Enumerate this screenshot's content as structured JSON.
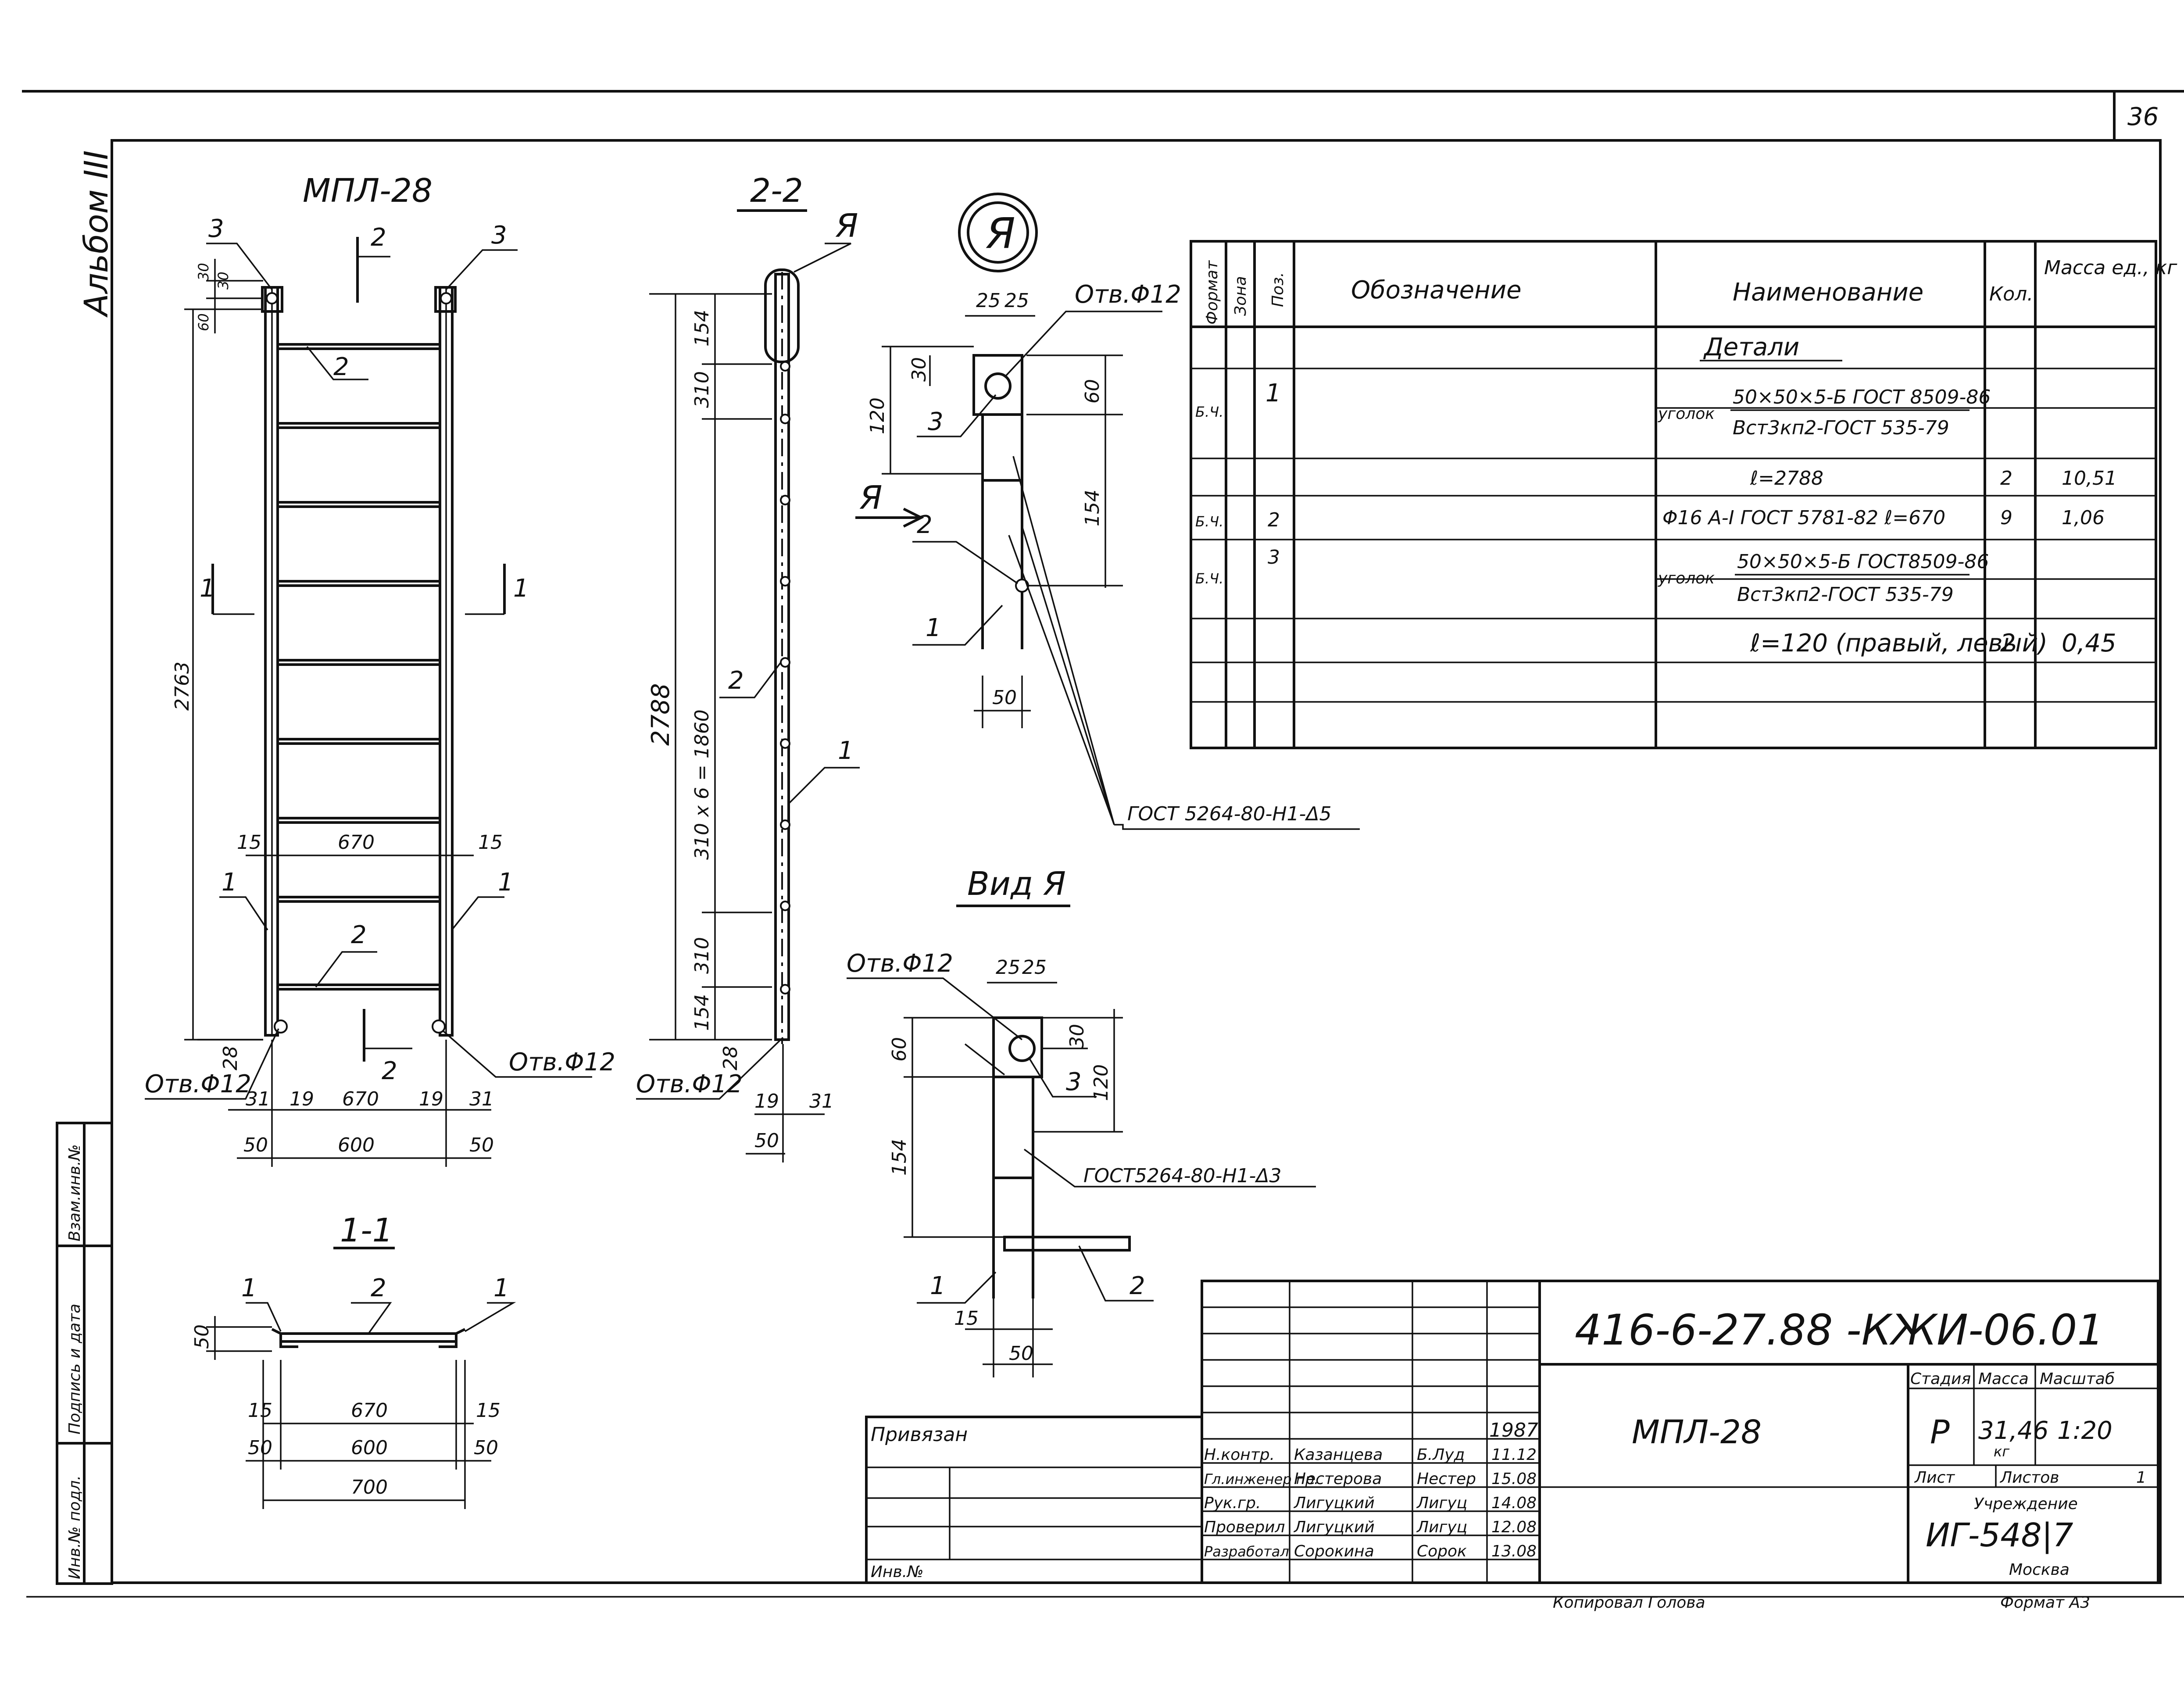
{
  "sheet": {
    "number": "36",
    "album": "Альбом III",
    "stamp_left": [
      "Инв.№ подл.",
      "Подпись и дата",
      "Взам.инв.№"
    ],
    "footer_left": "Копировал  Голова",
    "footer_right": "Формат А3"
  },
  "front_view": {
    "title": "МПЛ-28",
    "height": "2763",
    "inner_width": "670",
    "gap": "15",
    "bottom_inner": "670",
    "bottom_side": "19",
    "bottom_edge": "31",
    "total_width": "600",
    "side": "50",
    "offset": "28",
    "top_a": "30",
    "top_b": "30",
    "top_c": "60",
    "hole": "Отв.Φ12",
    "section_22": "2",
    "section_11": "1",
    "pos1": "1",
    "pos2": "2",
    "pos3": "3"
  },
  "side_view": {
    "title": "2-2",
    "height": "2788",
    "d154": "154",
    "d310": "310",
    "pitch": "310 x 6 = 1860",
    "offset": "28",
    "w19": "19",
    "w31": "31",
    "w50": "50",
    "hole": "Отв.Φ12",
    "mark_A": "Я",
    "pos1": "1",
    "pos2": "2"
  },
  "node_A": {
    "label": "Я",
    "w25a": "25",
    "w25b": "25",
    "hole": "Отв.Φ12",
    "d30": "30",
    "d120": "120",
    "d60": "60",
    "d154": "154",
    "d50": "50",
    "pos1": "1",
    "pos2": "2",
    "pos3": "3",
    "weld": "ГОСТ 5264-80-Н1-Δ5",
    "arrow_label": "Я"
  },
  "view_A": {
    "title": "Вид Я",
    "hole": "Отв.Φ12",
    "w25a": "25",
    "w25b": "25",
    "d60": "60",
    "d30": "30",
    "d120": "120",
    "d154": "154",
    "d15": "15",
    "d50": "50",
    "pos1": "1",
    "pos2": "2",
    "pos3": "3",
    "weld": "ГОСТ5264-80-Н1-Δ3"
  },
  "section_11": {
    "title": "1-1",
    "h50": "50",
    "d15a": "15",
    "d15b": "15",
    "d670": "670",
    "d50a": "50",
    "d50b": "50",
    "d600": "600",
    "d700": "700",
    "pos1a": "1",
    "pos1b": "1",
    "pos2": "2"
  },
  "spec": {
    "headers": [
      "Формат",
      "Зона",
      "Поз.",
      "Обозначение",
      "Наименование",
      "Кол.",
      "Масса ед., кг"
    ],
    "group": "Детали",
    "rows": [
      {
        "fmt": "Б.Ч.",
        "pos": "1",
        "prefix": "уголок",
        "top": "50×50×5-Б  ГОСТ 8509-86",
        "bottom": "Вст3кп2-ГОСТ 535-79",
        "qty": "",
        "mass": ""
      },
      {
        "fmt": "",
        "pos": "",
        "name": "ℓ=2788",
        "qty": "2",
        "mass": "10,51"
      },
      {
        "fmt": "Б.Ч.",
        "pos": "2",
        "name": "Φ16 А-I ГОСТ 5781-82  ℓ=670",
        "qty": "9",
        "mass": "1,06"
      },
      {
        "fmt": "Б.Ч.",
        "pos": "3",
        "prefix": "уголок",
        "top": "50×50×5-Б ГОСТ8509-86",
        "bottom": "Вст3кп2-ГОСТ 535-79",
        "qty": "",
        "mass": ""
      },
      {
        "fmt": "",
        "pos": "",
        "name": "ℓ=120  (правый, левый)",
        "qty": "2",
        "mass": "0,45"
      }
    ]
  },
  "title_block": {
    "code": "416-6-27.88   -КЖИ-06.01",
    "name": "МПЛ-28",
    "privyazan": "Привязан",
    "inv": "Инв.№",
    "stage_h": "Стадия",
    "mass_h": "Масса",
    "scale_h": "Масштаб",
    "stage": "Р",
    "mass": "31,46",
    "mass_unit": "кг",
    "scale": "1:20",
    "sheet_h": "Лист",
    "sheets_h": "Листов",
    "sheets": "1",
    "org1": "Учреждение",
    "org2": "ИГ-548|7",
    "org3": "Москва",
    "year": "1987",
    "people": [
      {
        "role": "Н.контр.",
        "name": "Казанцева",
        "sign": "Б.Луд",
        "date": "11.12"
      },
      {
        "role": "Гл.инженер пр.",
        "name": "Нестерова",
        "sign": "Нестер",
        "date": "15.08"
      },
      {
        "role": "Рук.гр.",
        "name": "Лигуцкий",
        "sign": "Лигуц",
        "date": "14.08"
      },
      {
        "role": "Проверил",
        "name": "Лигуцкий",
        "sign": "Лигуц",
        "date": "12.08"
      },
      {
        "role": "Разработал",
        "name": "Сорокина",
        "sign": "Сорок",
        "date": "13.08"
      }
    ]
  }
}
